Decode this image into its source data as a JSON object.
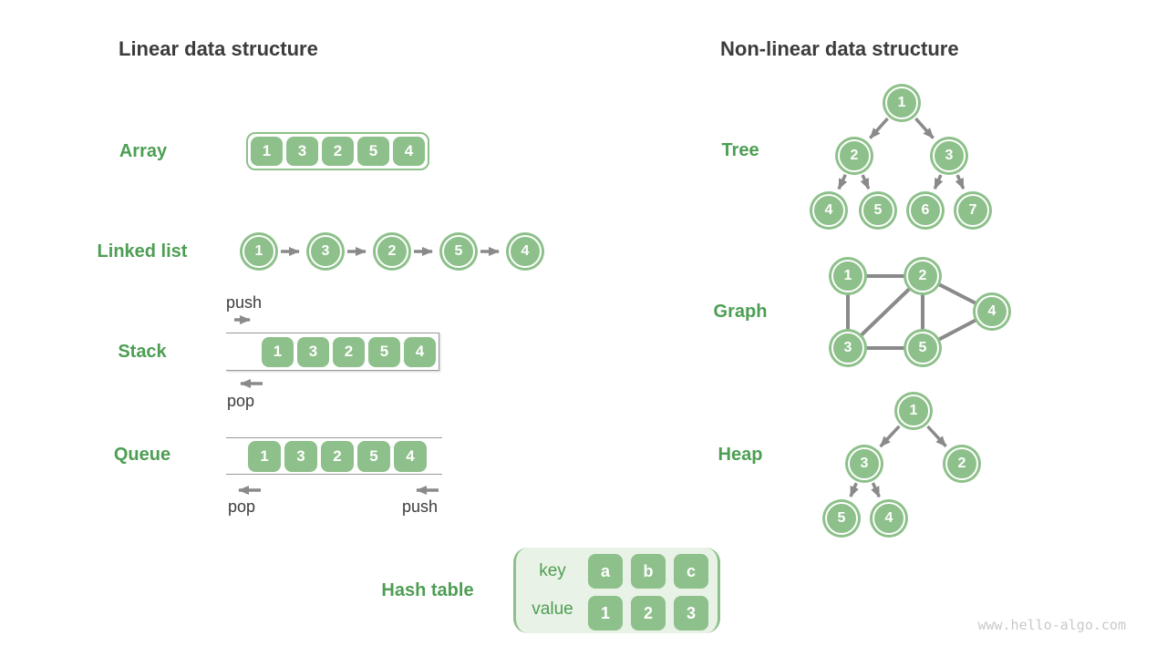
{
  "titles": {
    "linear": "Linear data structure",
    "nonlinear": "Non-linear data structure"
  },
  "labels": {
    "array": "Array",
    "linked_list": "Linked list",
    "stack": "Stack",
    "queue": "Queue",
    "hash_table": "Hash table",
    "tree": "Tree",
    "graph": "Graph",
    "heap": "Heap"
  },
  "array": {
    "values": [
      "1",
      "3",
      "2",
      "5",
      "4"
    ]
  },
  "linked_list": {
    "values": [
      "1",
      "3",
      "2",
      "5",
      "4"
    ]
  },
  "stack": {
    "values": [
      "1",
      "3",
      "2",
      "5",
      "4"
    ],
    "push_label": "push",
    "pop_label": "pop"
  },
  "queue": {
    "values": [
      "1",
      "3",
      "2",
      "5",
      "4"
    ],
    "push_label": "push",
    "pop_label": "pop"
  },
  "hash_table": {
    "key_label": "key",
    "value_label": "value",
    "keys": [
      "a",
      "b",
      "c"
    ],
    "values": [
      "1",
      "2",
      "3"
    ]
  },
  "tree": {
    "nodes": [
      "1",
      "2",
      "3",
      "4",
      "5",
      "6",
      "7"
    ]
  },
  "graph": {
    "nodes": [
      "1",
      "2",
      "3",
      "4",
      "5"
    ]
  },
  "heap": {
    "nodes": [
      "1",
      "3",
      "2",
      "5",
      "4"
    ]
  },
  "watermark": "www.hello-algo.com",
  "colors": {
    "node_green": "#8dc08a",
    "label_green": "#4d9e53",
    "title_gray": "#3c3c3c",
    "arrow_gray": "#8a8a8a",
    "container_border_gray": "#999999",
    "hash_bg": "#e9f2e6",
    "watermark_gray": "#c9c9c9"
  }
}
